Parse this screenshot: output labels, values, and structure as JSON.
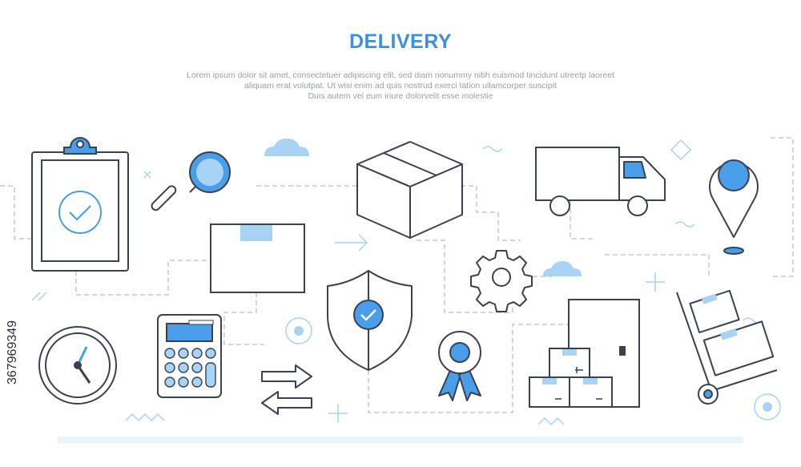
{
  "header": {
    "title": "DELIVERY",
    "description_lines": [
      "Lorem ipsum dolor sit amet, consectetuer adipiscing elit, sed diam nonummy nibh euismod tincidunt utreetp laoreet",
      "aliquam erat volutpat. Ut wisi enim ad  quis nostrud exerci tation ullamcorper suscipit",
      "Duis autem vel eum iriure dolorvelit esse molestie"
    ]
  },
  "stock_id": "367969349",
  "colors": {
    "title": "#3d8fe0",
    "line": "#3a4150",
    "accent": "#4a9de8",
    "light_accent": "#a9d3f5",
    "dashed": "#b9bec6",
    "bar": "#e8f3fc"
  },
  "icons": [
    "clipboard-check-icon",
    "magnifier-icon",
    "package-box-icon",
    "cardboard-box-icon",
    "delivery-truck-icon",
    "map-pin-icon",
    "clock-icon",
    "calculator-icon",
    "transfer-arrows-icon",
    "shield-check-icon",
    "award-ribbon-icon",
    "gear-icon",
    "door-boxes-icon",
    "hand-truck-icon"
  ]
}
